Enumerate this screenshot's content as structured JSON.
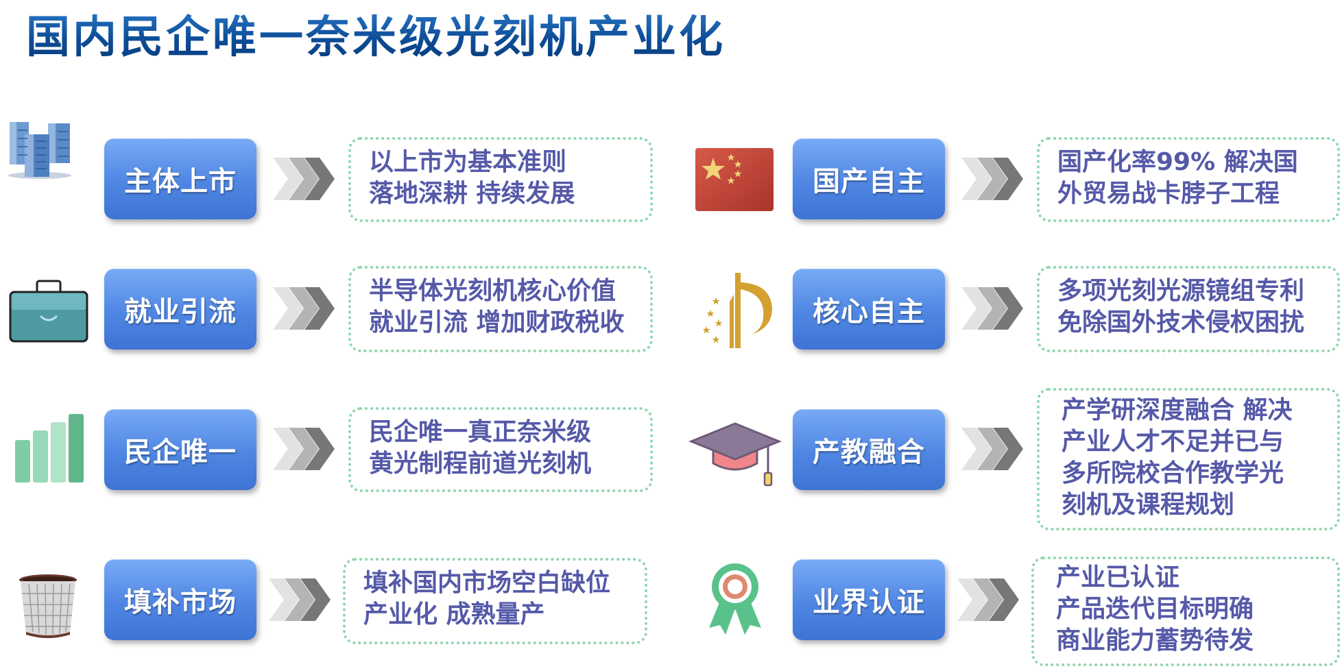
{
  "title": "国内民企唯一奈米级光刻机产业化",
  "colors": {
    "button": "#4f86e3",
    "box_text": "#5559a8",
    "dotted_border": "#8cd6ad",
    "title": "#0c4b95"
  },
  "left": [
    {
      "icon": "buildings-icon",
      "label": "主体上市",
      "lines": [
        "以上市为基本准则",
        "落地深耕 持续发展"
      ]
    },
    {
      "icon": "briefcase-icon",
      "label": "就业引流",
      "lines": [
        "半导体光刻机核心价值",
        "就业引流 增加财政税收"
      ]
    },
    {
      "icon": "bar-chart-icon",
      "label": "民企唯一",
      "lines": [
        "民企唯一真正奈米级",
        "黄光制程前道光刻机"
      ]
    },
    {
      "icon": "wastebasket-icon",
      "label": "填补市场",
      "lines": [
        "填补国内市场空白缺位",
        "产业化 成熟量产"
      ]
    }
  ],
  "right": [
    {
      "icon": "china-flag-icon",
      "label": "国产自主",
      "lines": [
        "国产化率99% 解决国",
        "外贸易战卡脖子工程"
      ]
    },
    {
      "icon": "patent-emblem-icon",
      "label": "核心自主",
      "lines": [
        "多项光刻光源镜组专利",
        "免除国外技术侵权困扰"
      ]
    },
    {
      "icon": "graduation-cap-icon",
      "label": "产教融合",
      "lines": [
        "产学研深度融合 解决",
        "产业人才不足并已与",
        "多所院校合作教学光",
        "刻机及课程规划"
      ]
    },
    {
      "icon": "award-ribbon-icon",
      "label": "业界认证",
      "lines": [
        "产业已认证",
        "产品迭代目标明确",
        "商业能力蓄势待发"
      ]
    }
  ]
}
